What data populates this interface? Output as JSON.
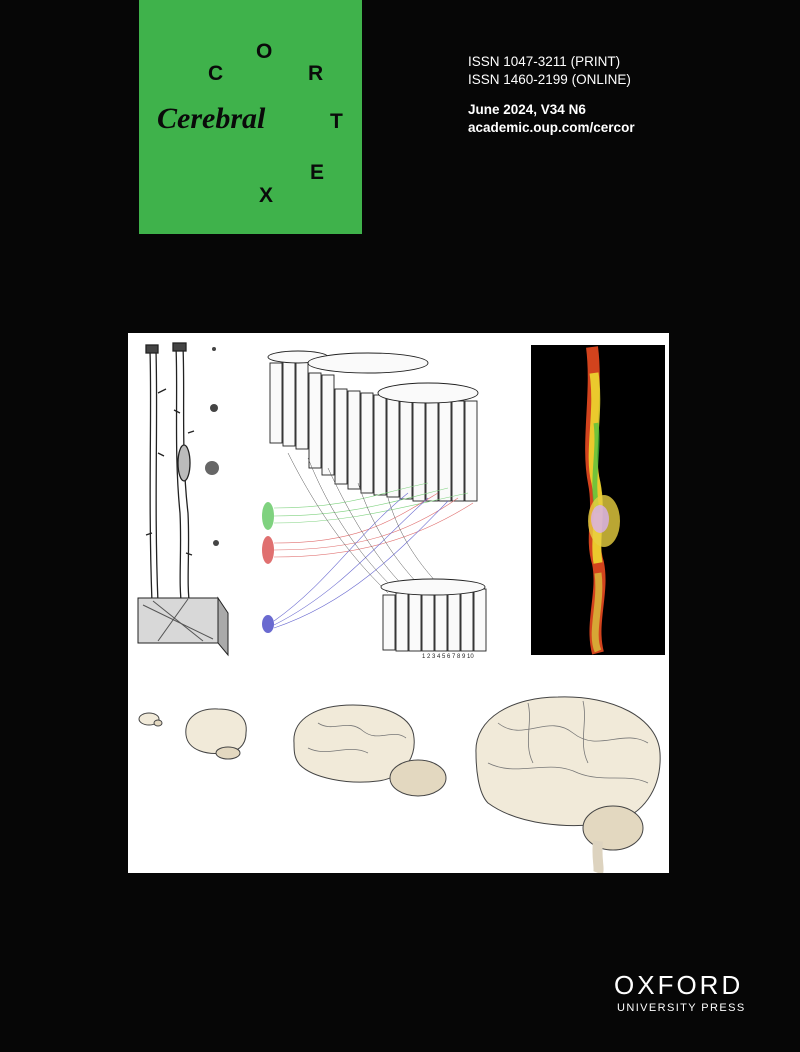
{
  "masthead": {
    "letters": {
      "c": "C",
      "o": "O",
      "r": "R",
      "t": "T",
      "e": "E",
      "x": "X"
    },
    "cerebral": "Cerebral",
    "brand_color": "#3fb24b"
  },
  "issue_info": {
    "issn_print": "ISSN 1047-3211 (PRINT)",
    "issn_online": "ISSN 1460-2199 (ONLINE)",
    "date_volume": "June  2024,  V34 N6",
    "url": "academic.oup.com/cercor"
  },
  "cover_art": {
    "column_numbers": "1 2 3 4 5 6 7 8 9 10"
  },
  "publisher": {
    "name": "OXFORD",
    "subtitle": "UNIVERSITY PRESS"
  }
}
